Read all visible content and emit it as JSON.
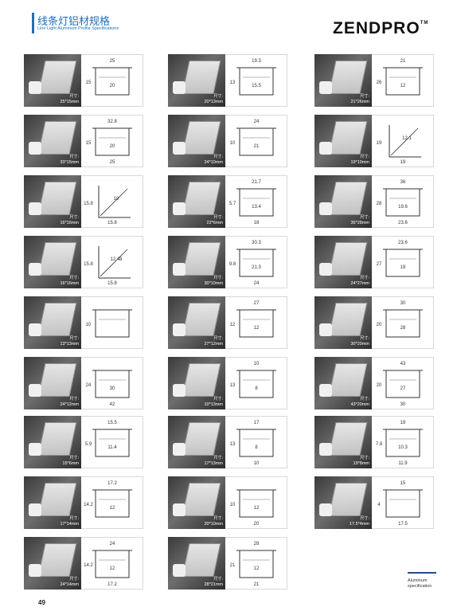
{
  "header": {
    "title_cn": "线条灯铝材规格",
    "title_en": "Line Light Aluminum Profile Specifications",
    "logo": "ZENDPRO",
    "logo_tm": "TM"
  },
  "size_prefix": "尺寸:",
  "columns": [
    [
      {
        "size": "25*15mm",
        "dims": {
          "top": "25",
          "side": "15",
          "inner": "20"
        }
      },
      {
        "size": "33*15mm",
        "dims": {
          "top": "32.8",
          "side": "15",
          "inner": "20",
          "bottom": "25"
        }
      },
      {
        "size": "16*16mm",
        "dims": {
          "side": "15.8",
          "bottom": "15.8",
          "diag": "10"
        }
      },
      {
        "size": "16*16mm",
        "dims": {
          "side": "15.8",
          "bottom": "15.8",
          "diag": "12.48"
        }
      },
      {
        "size": "13*13mm",
        "dims": {
          "side": "10"
        }
      },
      {
        "size": "24*12mm",
        "dims": {
          "side": "24",
          "inner": "30",
          "bottom": "42"
        }
      },
      {
        "size": "15*6mm",
        "dims": {
          "top": "15.5",
          "side": "5.9",
          "inner": "11.4"
        }
      },
      {
        "size": "17*14mm",
        "dims": {
          "top": "17.2",
          "side": "14.2",
          "inner": "12"
        }
      },
      {
        "size": "24*14mm",
        "dims": {
          "top": "24",
          "side": "14.2",
          "inner": "12",
          "bottom": "17.2"
        }
      }
    ],
    [
      {
        "size": "20*13mm",
        "dims": {
          "top": "19.3",
          "side": "13",
          "inner": "15.5"
        }
      },
      {
        "size": "24*10mm",
        "dims": {
          "top": "24",
          "side": "10",
          "inner": "21"
        }
      },
      {
        "size": "22*6mm",
        "dims": {
          "top": "21.7",
          "side": "5.7",
          "inner": "13.4",
          "bottom": "18"
        }
      },
      {
        "size": "30*10mm",
        "dims": {
          "top": "30.3",
          "side": "9.8",
          "inner": "21.3",
          "bottom": "24"
        }
      },
      {
        "size": "27*12mm",
        "dims": {
          "top": "27",
          "side": "12",
          "inner": "12"
        }
      },
      {
        "size": "10*13mm",
        "dims": {
          "top": "10",
          "side": "13",
          "inner": "8"
        }
      },
      {
        "size": "17*13mm",
        "dims": {
          "top": "17",
          "side": "13",
          "inner": "8",
          "bottom": "10"
        }
      },
      {
        "size": "20*10mm",
        "dims": {
          "side": "10",
          "inner": "12",
          "bottom": "20"
        }
      },
      {
        "size": "28*21mm",
        "dims": {
          "top": "28",
          "side": "21",
          "inner": "12",
          "bottom": "21"
        }
      }
    ],
    [
      {
        "size": "21*26mm",
        "dims": {
          "top": "21",
          "side": "26",
          "inner": "12"
        }
      },
      {
        "size": "19*19mm",
        "dims": {
          "side": "19",
          "bottom": "19",
          "diag": "12.1"
        }
      },
      {
        "size": "36*28mm",
        "dims": {
          "top": "36",
          "side": "28",
          "inner": "19.6",
          "bottom": "23.6"
        }
      },
      {
        "size": "24*27mm",
        "dims": {
          "top": "23.6",
          "side": "27",
          "inner": "19"
        }
      },
      {
        "size": "30*20mm",
        "dims": {
          "top": "30",
          "side": "20",
          "inner": "28"
        }
      },
      {
        "size": "43*20mm",
        "dims": {
          "top": "43",
          "side": "20",
          "inner": "27",
          "bottom": "30"
        }
      },
      {
        "size": "19*8mm",
        "dims": {
          "top": "19",
          "side": "7.8",
          "inner": "10.3",
          "bottom": "11.9"
        }
      },
      {
        "size": "17.5*4mm",
        "dims": {
          "top": "15",
          "side": "4",
          "bottom": "17.5"
        }
      }
    ]
  ],
  "footer": {
    "line1": "Aluminum",
    "line2": "specification",
    "page_number": "49"
  }
}
